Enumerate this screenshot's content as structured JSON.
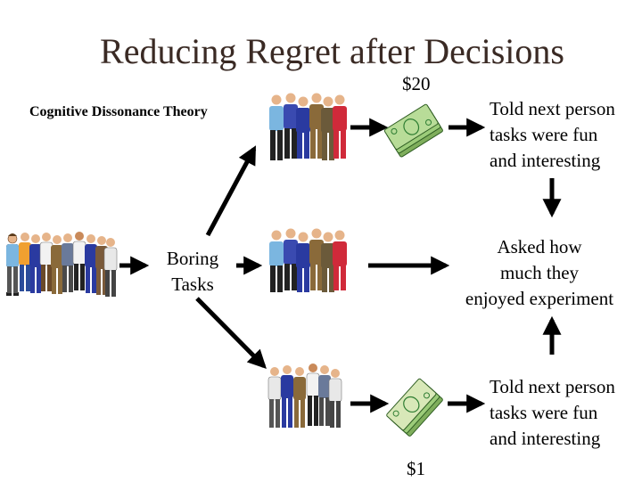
{
  "title": "Reducing Regret after Decisions",
  "subtitle": "Cognitive Dissonance Theory",
  "start_label_line1": "Boring",
  "start_label_line2": "Tasks",
  "top_amount": "$20",
  "bottom_amount": "$1",
  "top_outcome": [
    "Told next person",
    "tasks were fun",
    "and interesting"
  ],
  "middle_outcome": [
    "Asked how",
    "much they",
    "enjoyed experiment"
  ],
  "bottom_outcome": [
    "Told next person",
    "tasks were fun",
    "and interesting"
  ],
  "colors": {
    "title": "#3a2a24",
    "money_green": "#9ccc7a",
    "money_dark": "#2e7d32",
    "arrow": "#000000"
  },
  "icons": {
    "people_group": "people-group-icon",
    "money": "money-stack-icon"
  }
}
